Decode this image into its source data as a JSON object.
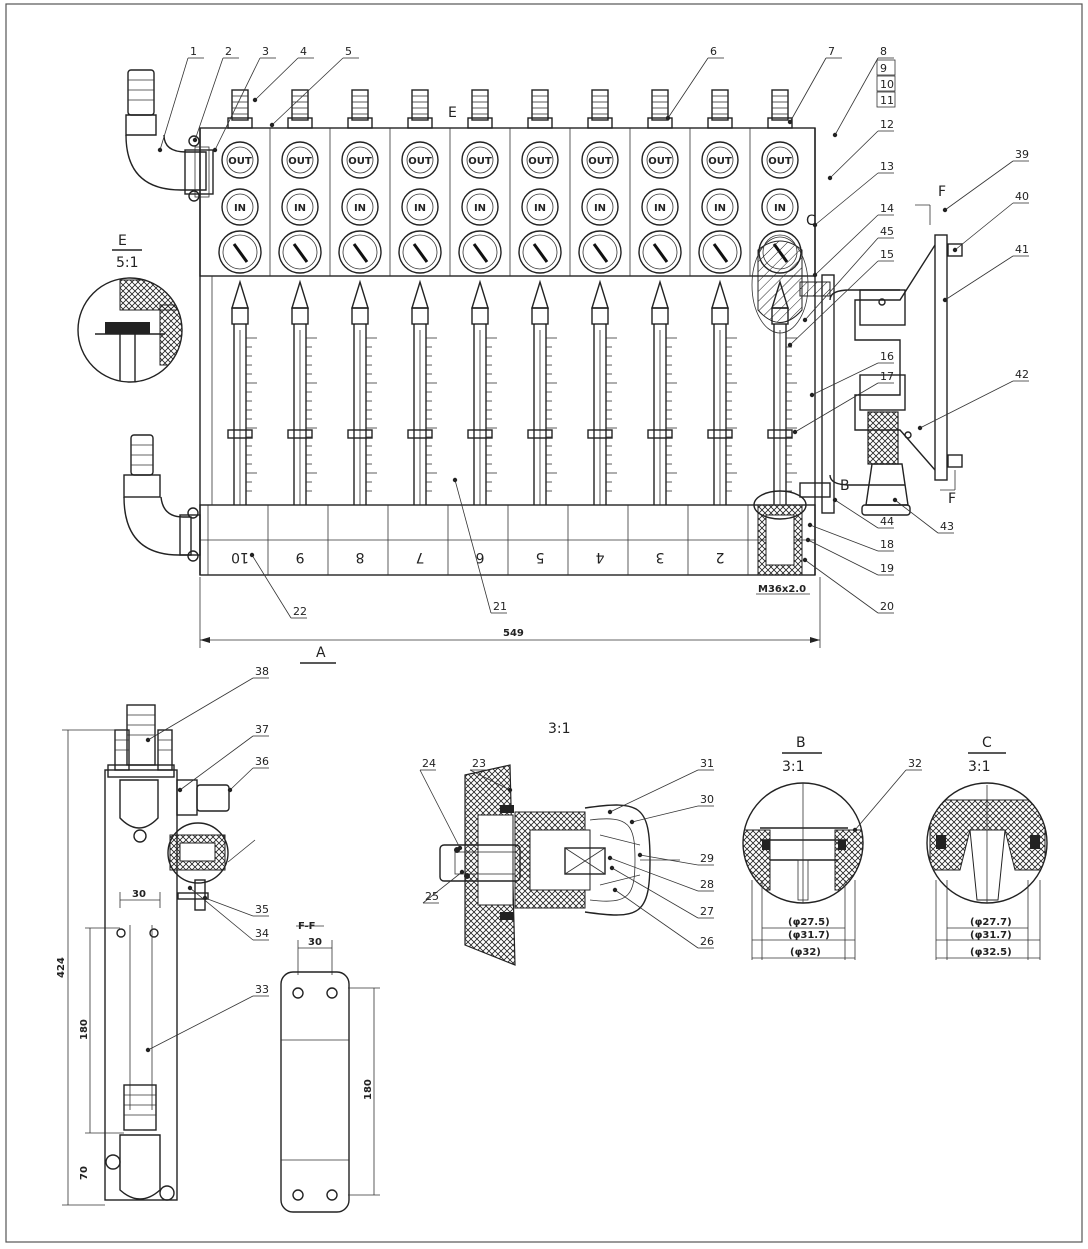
{
  "drawing": {
    "part_numbers": [
      "1",
      "2",
      "3",
      "4",
      "5",
      "6",
      "7",
      "8",
      "9",
      "10",
      "11",
      "12",
      "13",
      "14",
      "15",
      "16",
      "17",
      "18",
      "19",
      "20",
      "21",
      "22",
      "23",
      "24",
      "25",
      "26",
      "27",
      "28",
      "29",
      "30",
      "31",
      "32",
      "33",
      "34",
      "35",
      "36",
      "37",
      "38",
      "39",
      "40",
      "41",
      "42",
      "43",
      "44",
      "45"
    ],
    "unit_labels": {
      "out": "OUT",
      "in": "IN",
      "numbers": [
        "10",
        "9",
        "8",
        "7",
        "6",
        "5",
        "4",
        "3",
        "2"
      ]
    },
    "views": {
      "detail_E": {
        "letter": "E",
        "scale": "5:1"
      },
      "view_A": {
        "letter": "A"
      },
      "section_F": {
        "letter": "F",
        "title": "F-F"
      },
      "section_main": {
        "scale": "3:1"
      },
      "detail_B": {
        "letter": "B",
        "scale": "3:1"
      },
      "detail_C": {
        "letter": "C",
        "scale": "3:1"
      }
    },
    "dimensions": {
      "overall_width": "549",
      "thread": "M36x2.0",
      "height_total": "424",
      "height_180": "180",
      "height_70": "70",
      "width_30": "30",
      "ff_width": "30",
      "ff_height": "180",
      "b_d1": "(φ27.5)",
      "b_d2": "(φ31.7)",
      "b_d3": "(φ32)",
      "c_d1": "(φ27.7)",
      "c_d2": "(φ31.7)",
      "c_d3": "(φ32.5)"
    }
  }
}
